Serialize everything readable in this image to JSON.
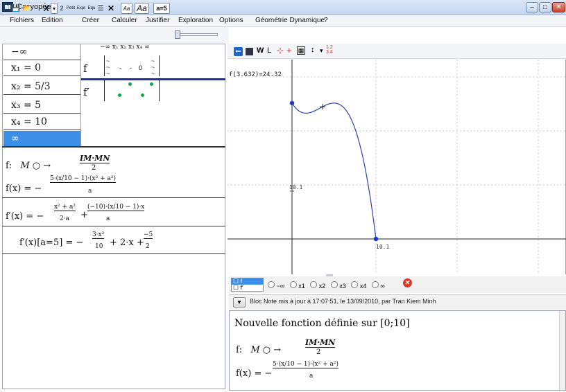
{
  "window": {
    "title": "Casyopée -",
    "min_glyph": "–",
    "max_glyph": "□",
    "close_glyph": "✕"
  },
  "menu": [
    "Fichiers",
    "Edition",
    "Créer",
    "Calculer",
    "Justifier",
    "Exploration",
    "Options",
    "Géométrie Dynamique",
    "?"
  ],
  "toolbar": {
    "new_glyph": "🗋",
    "save_glyph": "💾",
    "open_glyph": "📂",
    "x_label": "X",
    "frac_num": "2",
    "petit": "Petit",
    "expr": "Expr",
    "equ": "Equ",
    "clear_glyph": "✕",
    "aa_small": "Aa",
    "aa_large": "Aa",
    "a_value": "a=5"
  },
  "bounds": {
    "items": [
      "−∞",
      "x₁ = 0",
      "x₂ = 5/3",
      "x₃ = 5",
      "x₄ = 10",
      "∞"
    ]
  },
  "var_table": {
    "header": "−∞ x₁ x₂ x₃ x₄ ∞",
    "f_label": "f",
    "fp_label": "f′",
    "zero": "0"
  },
  "left_formulas": {
    "f_def_prefix": "f:",
    "f_def_var": "M ○ →",
    "f_def_num": "IM·MN",
    "f_def_den": "2",
    "f_expr_lhs": "f(x) = −",
    "f_expr_num": "5·(x/10 − 1)·(x² + a²)",
    "f_expr_den": "a",
    "fp_expr_lhs": "f′(x) = −",
    "fp_term1_num": "x² + a²",
    "fp_term1_den": "2·a",
    "fp_plus": "+",
    "fp_term2_num": "(−10)·(x/10 − 1)·x",
    "fp_term2_den": "a",
    "fpa_lhs": "f′(x)[a=5] = −",
    "fpa_term1_num": "3·x²",
    "fpa_term1_den": "10",
    "fpa_mid": "+ 2·x +",
    "fpa_term3_num": "−5",
    "fpa_term3_den": "2"
  },
  "graph_toolbar": {
    "w_label": "W",
    "l_label": "L"
  },
  "graph": {
    "readout": "f(3.632)=24.32",
    "y_tick_label": "10.1",
    "x_tick_label": "10.1",
    "curve_color": "#2a3fb0",
    "point_color": "#1a34d4"
  },
  "fn_choice": {
    "list_items": [
      "f",
      "f′"
    ],
    "radios": [
      "−∞",
      "x1",
      "x2",
      "x3",
      "x4",
      "∞"
    ]
  },
  "notes": {
    "status": "Bloc Note mis à jour à 17:07:51, le 13/09/2010, par Tran Kiem Minh",
    "heading": "Nouvelle fonction définie sur",
    "interval": "[0;10]",
    "f_prefix": "f:",
    "f_var": "M ○ →",
    "f_num": "IM·MN",
    "f_den": "2",
    "f_expr_lhs": "f(x) = −",
    "f_expr_num": "5·(x/10 − 1)·(x² + a²)",
    "f_expr_den": "a"
  }
}
